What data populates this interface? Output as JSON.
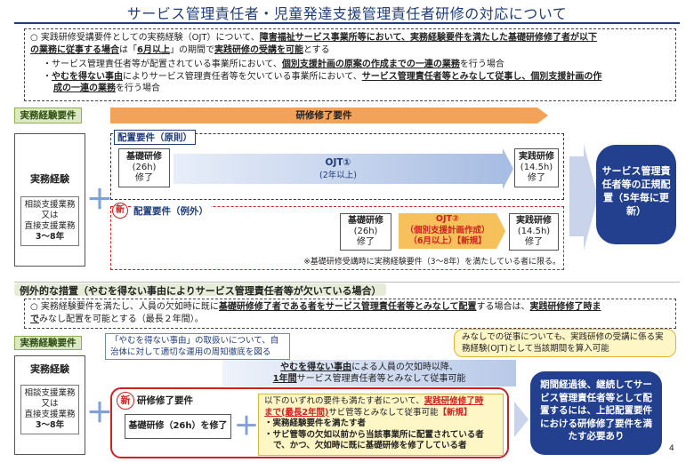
{
  "title": "サービス管理責任者・児童発達支援管理責任者研修の対応について",
  "note": {
    "bullet": "○",
    "line1_a": "実践研修受講要件としての実務経験（OJT）について、",
    "line1_b": "障害福祉サービス事業所等において、実務経験要件を満たした基礎研修修了者が以下",
    "line2_a": "の業務に従事する場合",
    "line2_b": "は「",
    "line2_c": "6月以上",
    "line2_d": "」の期間で",
    "line2_e": "実践研修の受講を可能",
    "line2_f": "とする",
    "dot": "・",
    "sub1_a": "サービス管理責任者等が配置されている事業所において、",
    "sub1_b": "個別支援計画の原案の作成までの一連の業務",
    "sub1_c": "を行う場合",
    "sub2_a": "やむを得ない事由",
    "sub2_b": "によりサービス管理責任者等を欠いている事業所において、",
    "sub2_c": "サービス管理責任者等とみなして従事し、個別支援計画の作",
    "sub2_d": "成の一連の業務",
    "sub2_e": "を行う場合"
  },
  "section1": {
    "exp_req": "実務経験要件",
    "training_req": "研修修了要件",
    "jitsumu": "実務経験",
    "soudan": "相談支援業務\n又は\n直接支援業務",
    "years": "3～8年",
    "haichi_gensoku": "配置要件（原則）",
    "kiso1_a": "基礎研修",
    "kiso1_b": "(26h)",
    "kiso1_c": "修了",
    "ojt1_a": "OJT①",
    "ojt1_b": "(2年以上)",
    "jissen1_a": "実践研修",
    "jissen1_b": "(14.5h)",
    "jissen1_c": "修了",
    "shin": "新",
    "haichi_reigai": "配置要件（例外）",
    "kiso2_a": "基礎研修",
    "kiso2_b": "(26h)",
    "kiso2_c": "修了",
    "ojt2_a": "OJT②",
    "ojt2_b": "（個別支援計画作成）",
    "ojt2_c": "（6月以上）【新規】",
    "jissen2_a": "実践研修",
    "jissen2_b": "(14.5h)",
    "jissen2_c": "修了",
    "footnote": "※基礎研修受講時に実務経験要件（3～8年）を満たしている者に限る。",
    "result": "サービス管理責任者等の正規配置（5年毎に更新）"
  },
  "section2": {
    "header": "例外的な措置（やむを得ない事由によりサービス管理責任者等が欠いている場合）",
    "bullet": "○",
    "line1_a": "実務経験要件を満たし、人員の欠如時に既に",
    "line1_b": "基礎研修修了者である者をサービス管理責任者等とみなして配置",
    "line1_c": "する場合は、",
    "line1_d": "実践研修修了時ま",
    "line2_a": "で",
    "line2_b": "みなし配置を可能とする（最長２年間）。",
    "exp_req": "実務経験要件",
    "callout_blue": "「やむを得ない事由」の取扱いについて、自治体に対して適切な運用の周知徹底を図る",
    "jitsumu": "実務経験",
    "soudan": "相談支援業務\n又は\n直接支援業務",
    "years": "3～8年",
    "arrow_text_a": "やむを得ない事由",
    "arrow_text_b": "による人員の欠如時以降、",
    "arrow_text_c": "1年間",
    "arrow_text_d": "サービス管理責任者等とみなして従事可能",
    "shin": "新",
    "training_req": "研修修了要件",
    "kiso": "基礎研修（26h）を修了",
    "cond_a": "以下のいずれの要件も満たす者について、",
    "cond_b": "実践研修修了時",
    "cond_c": "まで(最長2年間)",
    "cond_d": "サビ管等とみなして従事可能",
    "cond_e": "【新規】",
    "cond_f": "・実務経験要件を満たす者",
    "cond_g": "・サビ管等の欠如以前から当該事業所に配置されている者",
    "cond_h": "で、かつ、欠如時に既に基礎研修を修了している者",
    "callout_yellow": "みなしでの従事についても、実践研修の受講に係る実務経験(OJT)として当該期間を算入可能",
    "result": "期間経過後、継続してサービス管理責任者等として配置するには、上記配置要件における研修修了要件を満たす必要あり",
    "page": "4"
  }
}
